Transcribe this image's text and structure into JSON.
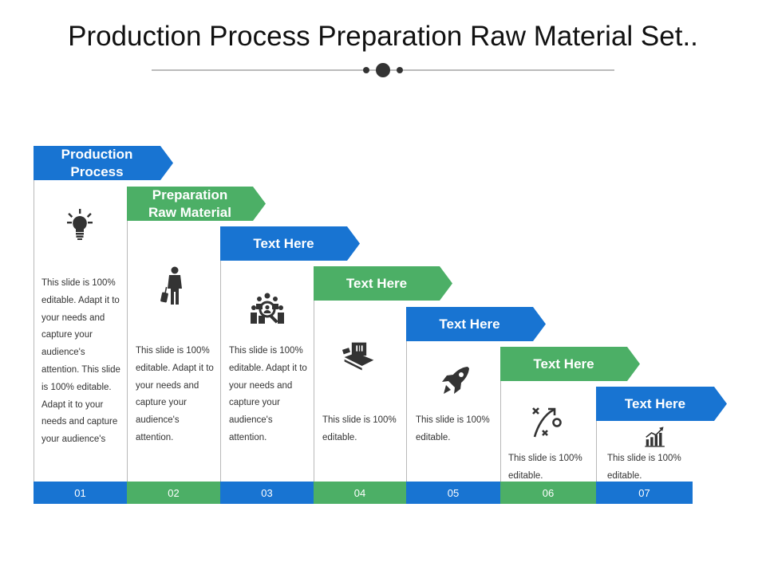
{
  "title": "Production Process Preparation Raw Material Set..",
  "colors": {
    "blue": "#1874d2",
    "green": "#4caf66",
    "icon": "#333333",
    "divider": "#555555"
  },
  "steps": [
    {
      "number": "01",
      "color": "blue",
      "heading": "Production Process",
      "heading_lines": [
        "Production",
        "Process"
      ],
      "icon": "lightbulb-icon",
      "description": "This slide is 100% editable. Adapt it to your needs and capture your audience's attention. This slide is 100% editable. Adapt it to your needs and capture your audience's"
    },
    {
      "number": "02",
      "color": "green",
      "heading": "Preparation Raw Material",
      "heading_lines": [
        "Preparation",
        "Raw Material"
      ],
      "icon": "businessman-luggage-icon",
      "description": "This slide is 100% editable. Adapt it to your needs and capture your audience's attention."
    },
    {
      "number": "03",
      "color": "blue",
      "heading": "Text Here",
      "heading_lines": [
        "Text Here"
      ],
      "icon": "team-search-icon",
      "description": "This slide is 100% editable. Adapt it to your needs and capture your audience's attention."
    },
    {
      "number": "04",
      "color": "green",
      "heading": "Text Here",
      "heading_lines": [
        "Text Here"
      ],
      "icon": "package-scanner-icon",
      "description": "This slide is 100% editable."
    },
    {
      "number": "05",
      "color": "blue",
      "heading": "Text Here",
      "heading_lines": [
        "Text Here"
      ],
      "icon": "rocket-icon",
      "description": "This slide is 100% editable."
    },
    {
      "number": "06",
      "color": "green",
      "heading": "Text Here",
      "heading_lines": [
        "Text Here"
      ],
      "icon": "strategy-plan-icon",
      "description": "This slide is 100% editable."
    },
    {
      "number": "07",
      "color": "blue",
      "heading": "Text Here",
      "heading_lines": [
        "Text Here"
      ],
      "icon": "growth-chart-icon",
      "description": "This slide is 100% editable."
    }
  ]
}
